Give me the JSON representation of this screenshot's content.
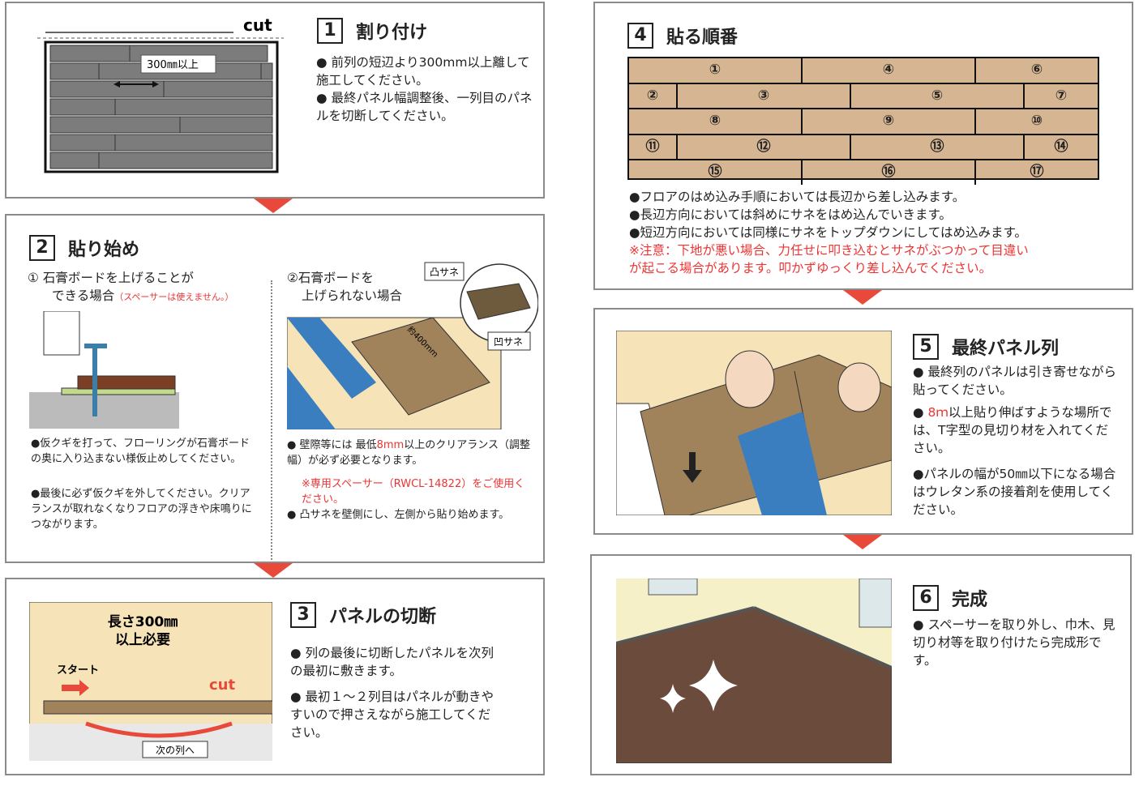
{
  "s1": {
    "num": "1",
    "title": "割り付け",
    "cut": "cut",
    "dim": "300㎜以上",
    "b1": "● 前列の短辺より300mm以上離して施工してください。",
    "b2": "● 最終パネル幅調整後、一列目のパネルを切断してください。"
  },
  "s2": {
    "num": "2",
    "title": "貼り始め",
    "c1a": "① 石膏ボードを上げることが",
    "c1b": "できる場合",
    "c1note": "（スペーサーは使えません。）",
    "c1t1": "●仮クギを打って、フローリングが石膏ボードの奥に入り込まない様仮止めしてください。",
    "c1t2": "●最後に必ず仮クギを外してください。クリアランスが取れなくなりフロアの浮きや床鳴りにつながります。",
    "c2a": "②石膏ボードを",
    "c2b": "上げられない場合",
    "tag1": "凸サネ",
    "tag2": "凹サネ",
    "dim": "約400mm",
    "c2t1a": "● 壁際等には 最低",
    "c2t1r": "8mm",
    "c2t1b": "以上のクリアランス（調整幅）が必ず必要となります。",
    "c2note": "※専用スペーサー（RWCL-14822）をご使用ください。",
    "c2t2": "● 凸サネを壁側にし、左側から貼り始めます。"
  },
  "s3": {
    "num": "3",
    "title": "パネルの切断",
    "l1": "長さ300㎜",
    "l2": "以上必要",
    "start": "スタート",
    "cut": "cut",
    "next": "次の列へ",
    "b1": "● 列の最後に切断したパネルを次列の最初に敷きます。",
    "b2": "● 最初１～２列目はパネルが動きやすいので押さえながら施工してください。"
  },
  "s4": {
    "num": "4",
    "title": "貼る順番",
    "rows": [
      [
        "①",
        "④",
        "⑥"
      ],
      [
        "②",
        "③",
        "⑤",
        "⑦"
      ],
      [
        "⑧",
        "⑨",
        "⑩"
      ],
      [
        "⑪",
        "⑫",
        "⑬",
        "⑭"
      ],
      [
        "⑮",
        "⑯",
        "⑰"
      ]
    ],
    "t1": "●フロアのはめ込み手順においては長辺から差し込みます。",
    "t2": "●長辺方向においては斜めにサネをはめ込んでいきます。",
    "t3": "●短辺方向においては同様にサネをトップダウンにしてはめ込みます。",
    "n1": "※注意：下地が悪い場合、力任せに叩き込むとサネがぶつかって目違い",
    "n2": "が起こる場合があります。叩かずゆっくり差し込んでください。"
  },
  "s5": {
    "num": "5",
    "title": "最終パネル列",
    "b1": "● 最終列のパネルは引き寄せながら貼ってください。",
    "b2r": "8ｍ",
    "b2": "以上貼り伸ばすような場所では、T字型の見切り材を入れてください。",
    "b3": "●パネルの幅が50㎜以下になる場合はウレタン系の接着剤を使用してください。"
  },
  "s6": {
    "num": "6",
    "title": "完成",
    "b1": "● スペーサーを取り外し、巾木、見切り材等を取り付けたら完成形です。"
  },
  "colors": {
    "accent": "#e8493a",
    "wood": "#d6b593",
    "border": "#8a8a8a",
    "panelGray": "#7c7c7c"
  }
}
